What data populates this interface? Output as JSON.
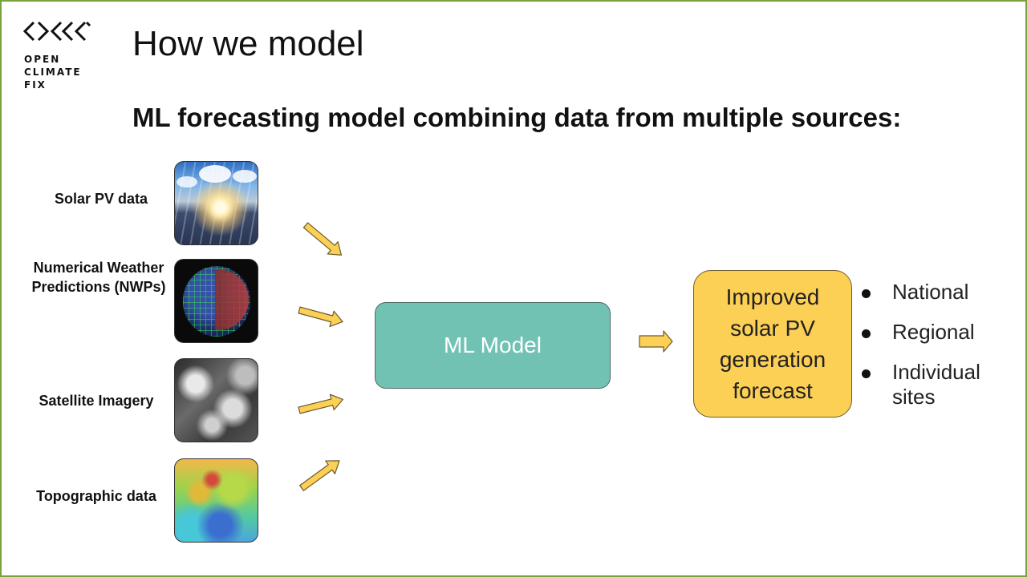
{
  "logo": {
    "lines": [
      "OPEN",
      "CLIMATE",
      "FIX"
    ]
  },
  "title": "How we model",
  "subtitle": "ML forecasting model combining data from multiple sources:",
  "sources": [
    {
      "label": "Solar PV data",
      "image": "solar-panels-image"
    },
    {
      "label": "Numerical Weather Predictions (NWPs)",
      "image": "weather-globe-image"
    },
    {
      "label": "Satellite Imagery",
      "image": "satellite-clouds-image"
    },
    {
      "label": "Topographic data",
      "image": "topographic-map-image"
    }
  ],
  "model": {
    "label": "ML Model",
    "color": "#72c2b3"
  },
  "output": {
    "label": "Improved solar PV generation forecast",
    "color": "#fccf55"
  },
  "outputs_list": [
    "National",
    "Regional",
    "Individual sites"
  ],
  "colors": {
    "frame": "#7aa33c",
    "arrow": "#fccf55"
  }
}
